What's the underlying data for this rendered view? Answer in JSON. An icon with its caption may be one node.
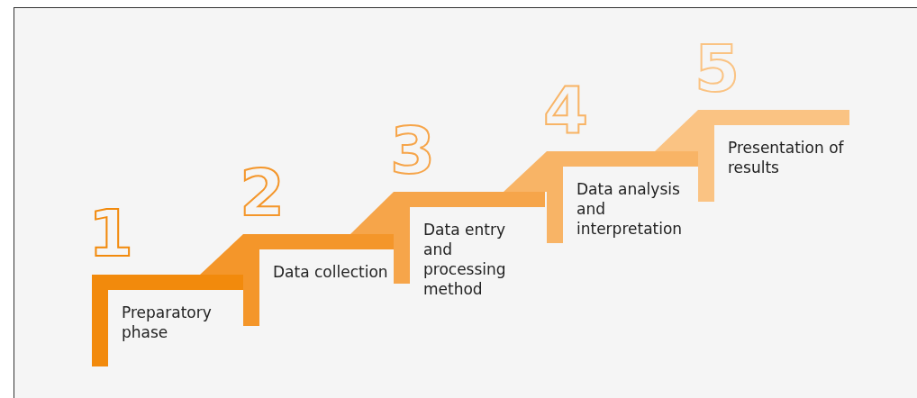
{
  "diagram": {
    "nodes": [
      {
        "text": [
          "1",
          "Preparatory phase"
        ]
      },
      {
        "text": [
          "2",
          "Data collection"
        ]
      },
      {
        "text": [
          "3",
          "Data entry and processing method"
        ]
      },
      {
        "text": [
          "4",
          "Data analysis and interpretation"
        ]
      },
      {
        "text": [
          "5",
          "Presentation of results"
        ]
      }
    ]
  }
}
